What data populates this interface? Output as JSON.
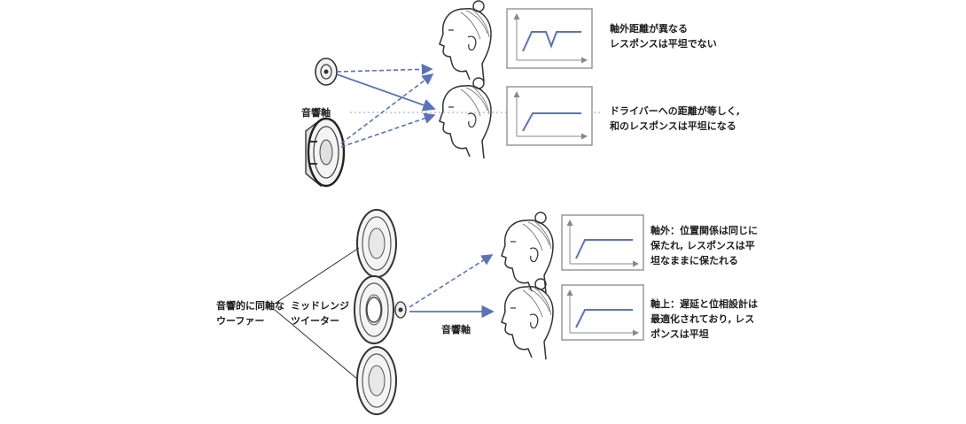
{
  "top": {
    "axis_label": "音響軸",
    "off_axis_note": [
      "軸外距離が異なる",
      "レスポンスは平坦でない"
    ],
    "on_axis_note": [
      "ドライバーへの距離が等しく,",
      "和のレスポンスは平坦になる"
    ]
  },
  "bottom": {
    "woofer_label": [
      "音響的に同軸な",
      "ウーファー"
    ],
    "mid_tweeter_label": [
      "ミッドレンジ",
      "ツイーター"
    ],
    "axis_label": "音響軸",
    "off_axis_note": [
      "軸外：位置関係は同じに",
      "保たれ, レスポンスは平",
      "坦なままに保たれる"
    ],
    "on_axis_note": [
      "軸上：遅延と位相設計は",
      "最適化されており, レス",
      "ポンスは平坦"
    ]
  },
  "colors": {
    "arrow": "#5a73b8",
    "axis_dotted": "#8fa0cc",
    "plot_box": "#888888",
    "plot_line": "#5a73b8",
    "speaker": "#3a3a3a"
  },
  "icons": [
    "tweeter-icon",
    "woofer-icon",
    "head-profile-icon",
    "coaxial-speaker-icon",
    "response-graph-icon"
  ]
}
